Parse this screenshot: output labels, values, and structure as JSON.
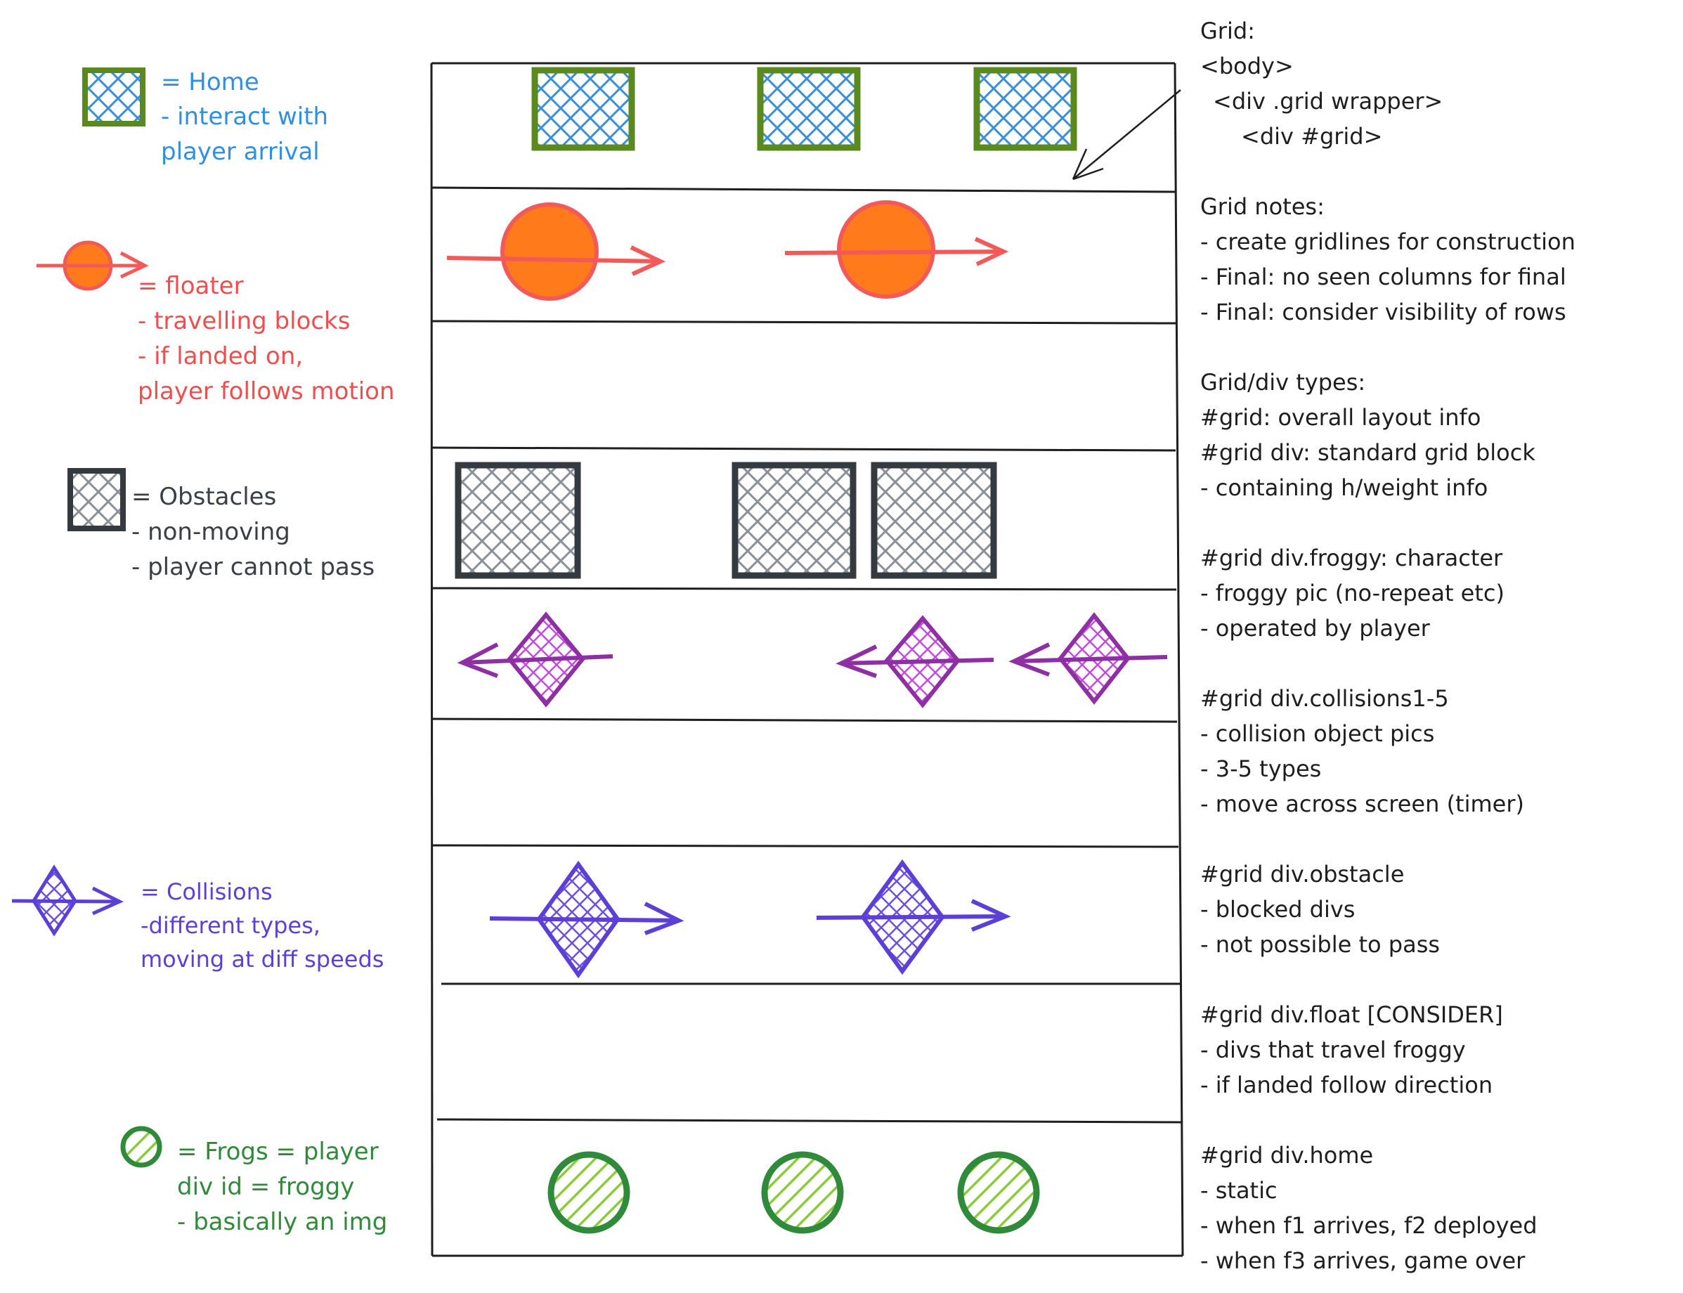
{
  "legend": {
    "home": {
      "lines": [
        "= Home",
        "- interact with",
        "player arrival"
      ],
      "stroke_color": "#5a8a1e",
      "hatch_color": "#3a8fd8",
      "text_color": "#2f8fe0"
    },
    "floater": {
      "lines": [
        "= floater",
        "- travelling blocks",
        "- if landed on,",
        "player follows motion"
      ],
      "fill_color": "#ff7a1a",
      "stroke_color": "#f25a5a",
      "text_color": "#f04e4e"
    },
    "obstacles": {
      "lines": [
        "= Obstacles",
        "- non-moving",
        "- player cannot pass"
      ],
      "stroke_color": "#343a40",
      "hatch_color": "#8a9098",
      "text_color": "#3a3f45"
    },
    "collisions": {
      "lines": [
        "= Collisions",
        "-different types,",
        "moving at diff speeds"
      ],
      "stroke_color": "#5b3fd6",
      "text_color": "#5b3fd6",
      "row4_stroke_color": "#8e2fa3",
      "row4_hatch_color": "#c24be0"
    },
    "frogs": {
      "lines": [
        "= Frogs = player",
        "div id = froggy",
        "- basically an img"
      ],
      "stroke_color": "#2f8a3a",
      "hatch_color": "#8acb3a",
      "text_color": "#2f8a3a"
    }
  },
  "notes": {
    "lines": [
      "Grid:",
      "<body>",
      "<div .grid wrapper>",
      "<div #grid>",
      "",
      "Grid notes:",
      "- create gridlines for construction",
      "- Final: no seen columns for final",
      "- Final: consider visibility of rows",
      "",
      "Grid/div types:",
      "#grid: overall layout info",
      "#grid div: standard grid block",
      "- containing h/weight info",
      "",
      "#grid div.froggy: character",
      "- froggy pic (no-repeat etc)",
      "- operated by player",
      "",
      "#grid div.collisions1-5",
      "- collision object pics",
      "- 3-5 types",
      "- move across screen (timer)",
      "",
      "#grid div.obstacle",
      "- blocked divs",
      "- not possible to pass",
      "",
      "#grid div.float [CONSIDER]",
      "- divs that travel froggy",
      "- if landed follow direction",
      "",
      "#grid div.home",
      "- static",
      "- when f1 arrives, f2 deployed",
      "- when f3 arrives, game over"
    ],
    "text_color": "#1e1e1e"
  },
  "grid": {
    "rows": [
      "home",
      "floater",
      "empty",
      "obstacle",
      "collision-left",
      "empty",
      "collision-right",
      "empty",
      "frogs"
    ]
  }
}
